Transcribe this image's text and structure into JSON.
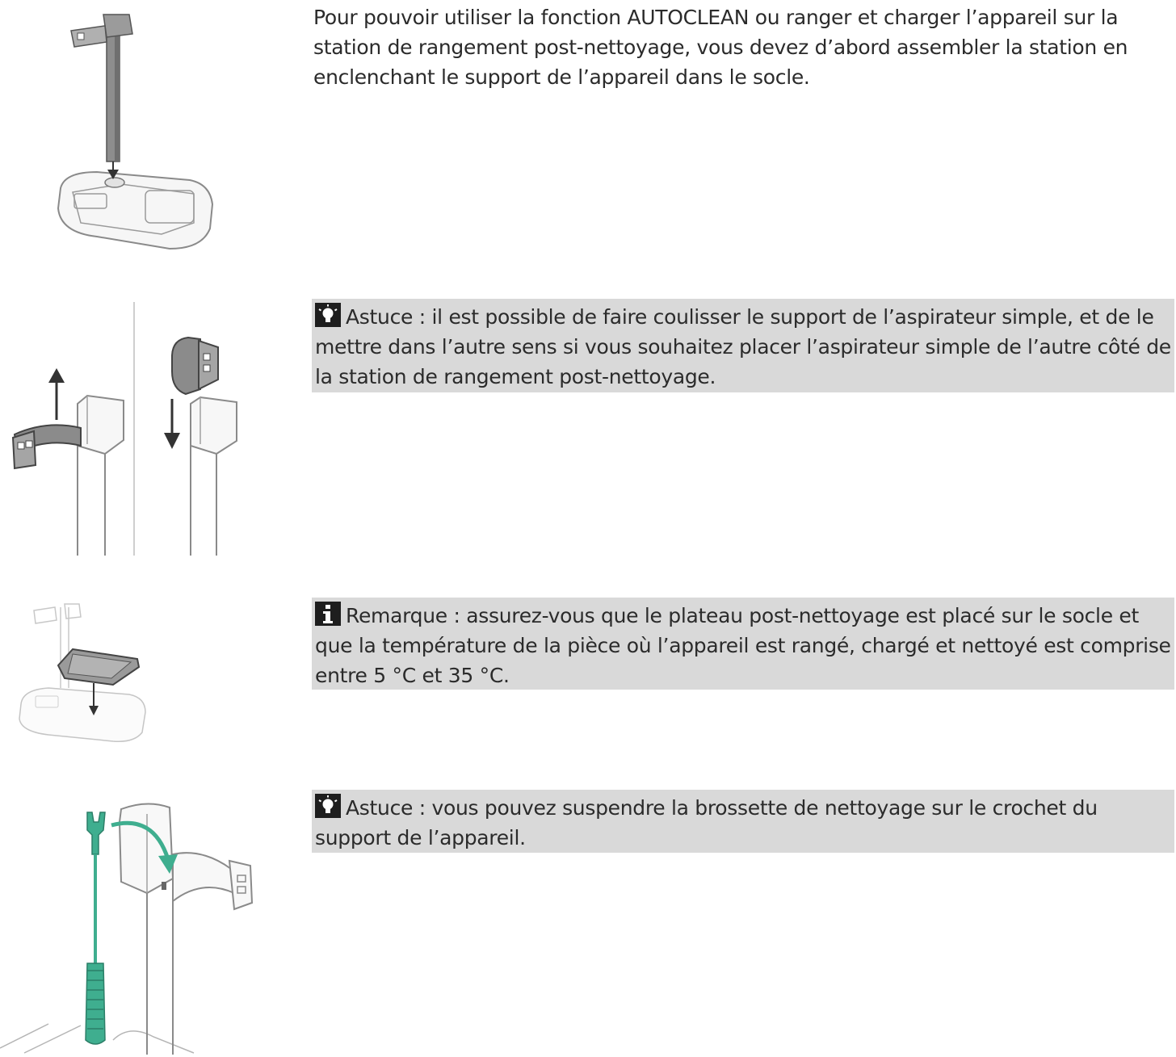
{
  "sections": [
    {
      "id": "assemble",
      "text": "Pour pouvoir utiliser la fonction AUTOCLEAN ou ranger et charger l’appareil sur la station de rangement post-nettoyage, vous devez d’abord assembler la station en enclenchant le support de l’appareil dans le socle."
    },
    {
      "id": "tip-reverse",
      "icon": "lightbulb-icon",
      "text": "Astuce : il est possible de faire coulisser le support de l’aspirateur simple, et de le mettre dans l’autre sens si vous souhaitez placer l’aspirateur simple de l’autre côté de la station de rangement post-nettoyage."
    },
    {
      "id": "note-tray",
      "icon": "info-icon",
      "text": "Remarque : assurez-vous que le plateau post-nettoyage est placé sur le socle et que la température de la pièce où l’appareil est rangé, chargé et nettoyé est comprise entre 5 °C et 35 °C."
    },
    {
      "id": "tip-brush",
      "icon": "lightbulb-icon",
      "text": "Astuce : vous pouvez suspendre la brossette de nettoyage sur le crochet du support de l’appareil."
    }
  ],
  "colors": {
    "tip_background": "#d9d9d9",
    "accent_teal": "#3fae8f",
    "icon_dark": "#1e1e1e"
  }
}
